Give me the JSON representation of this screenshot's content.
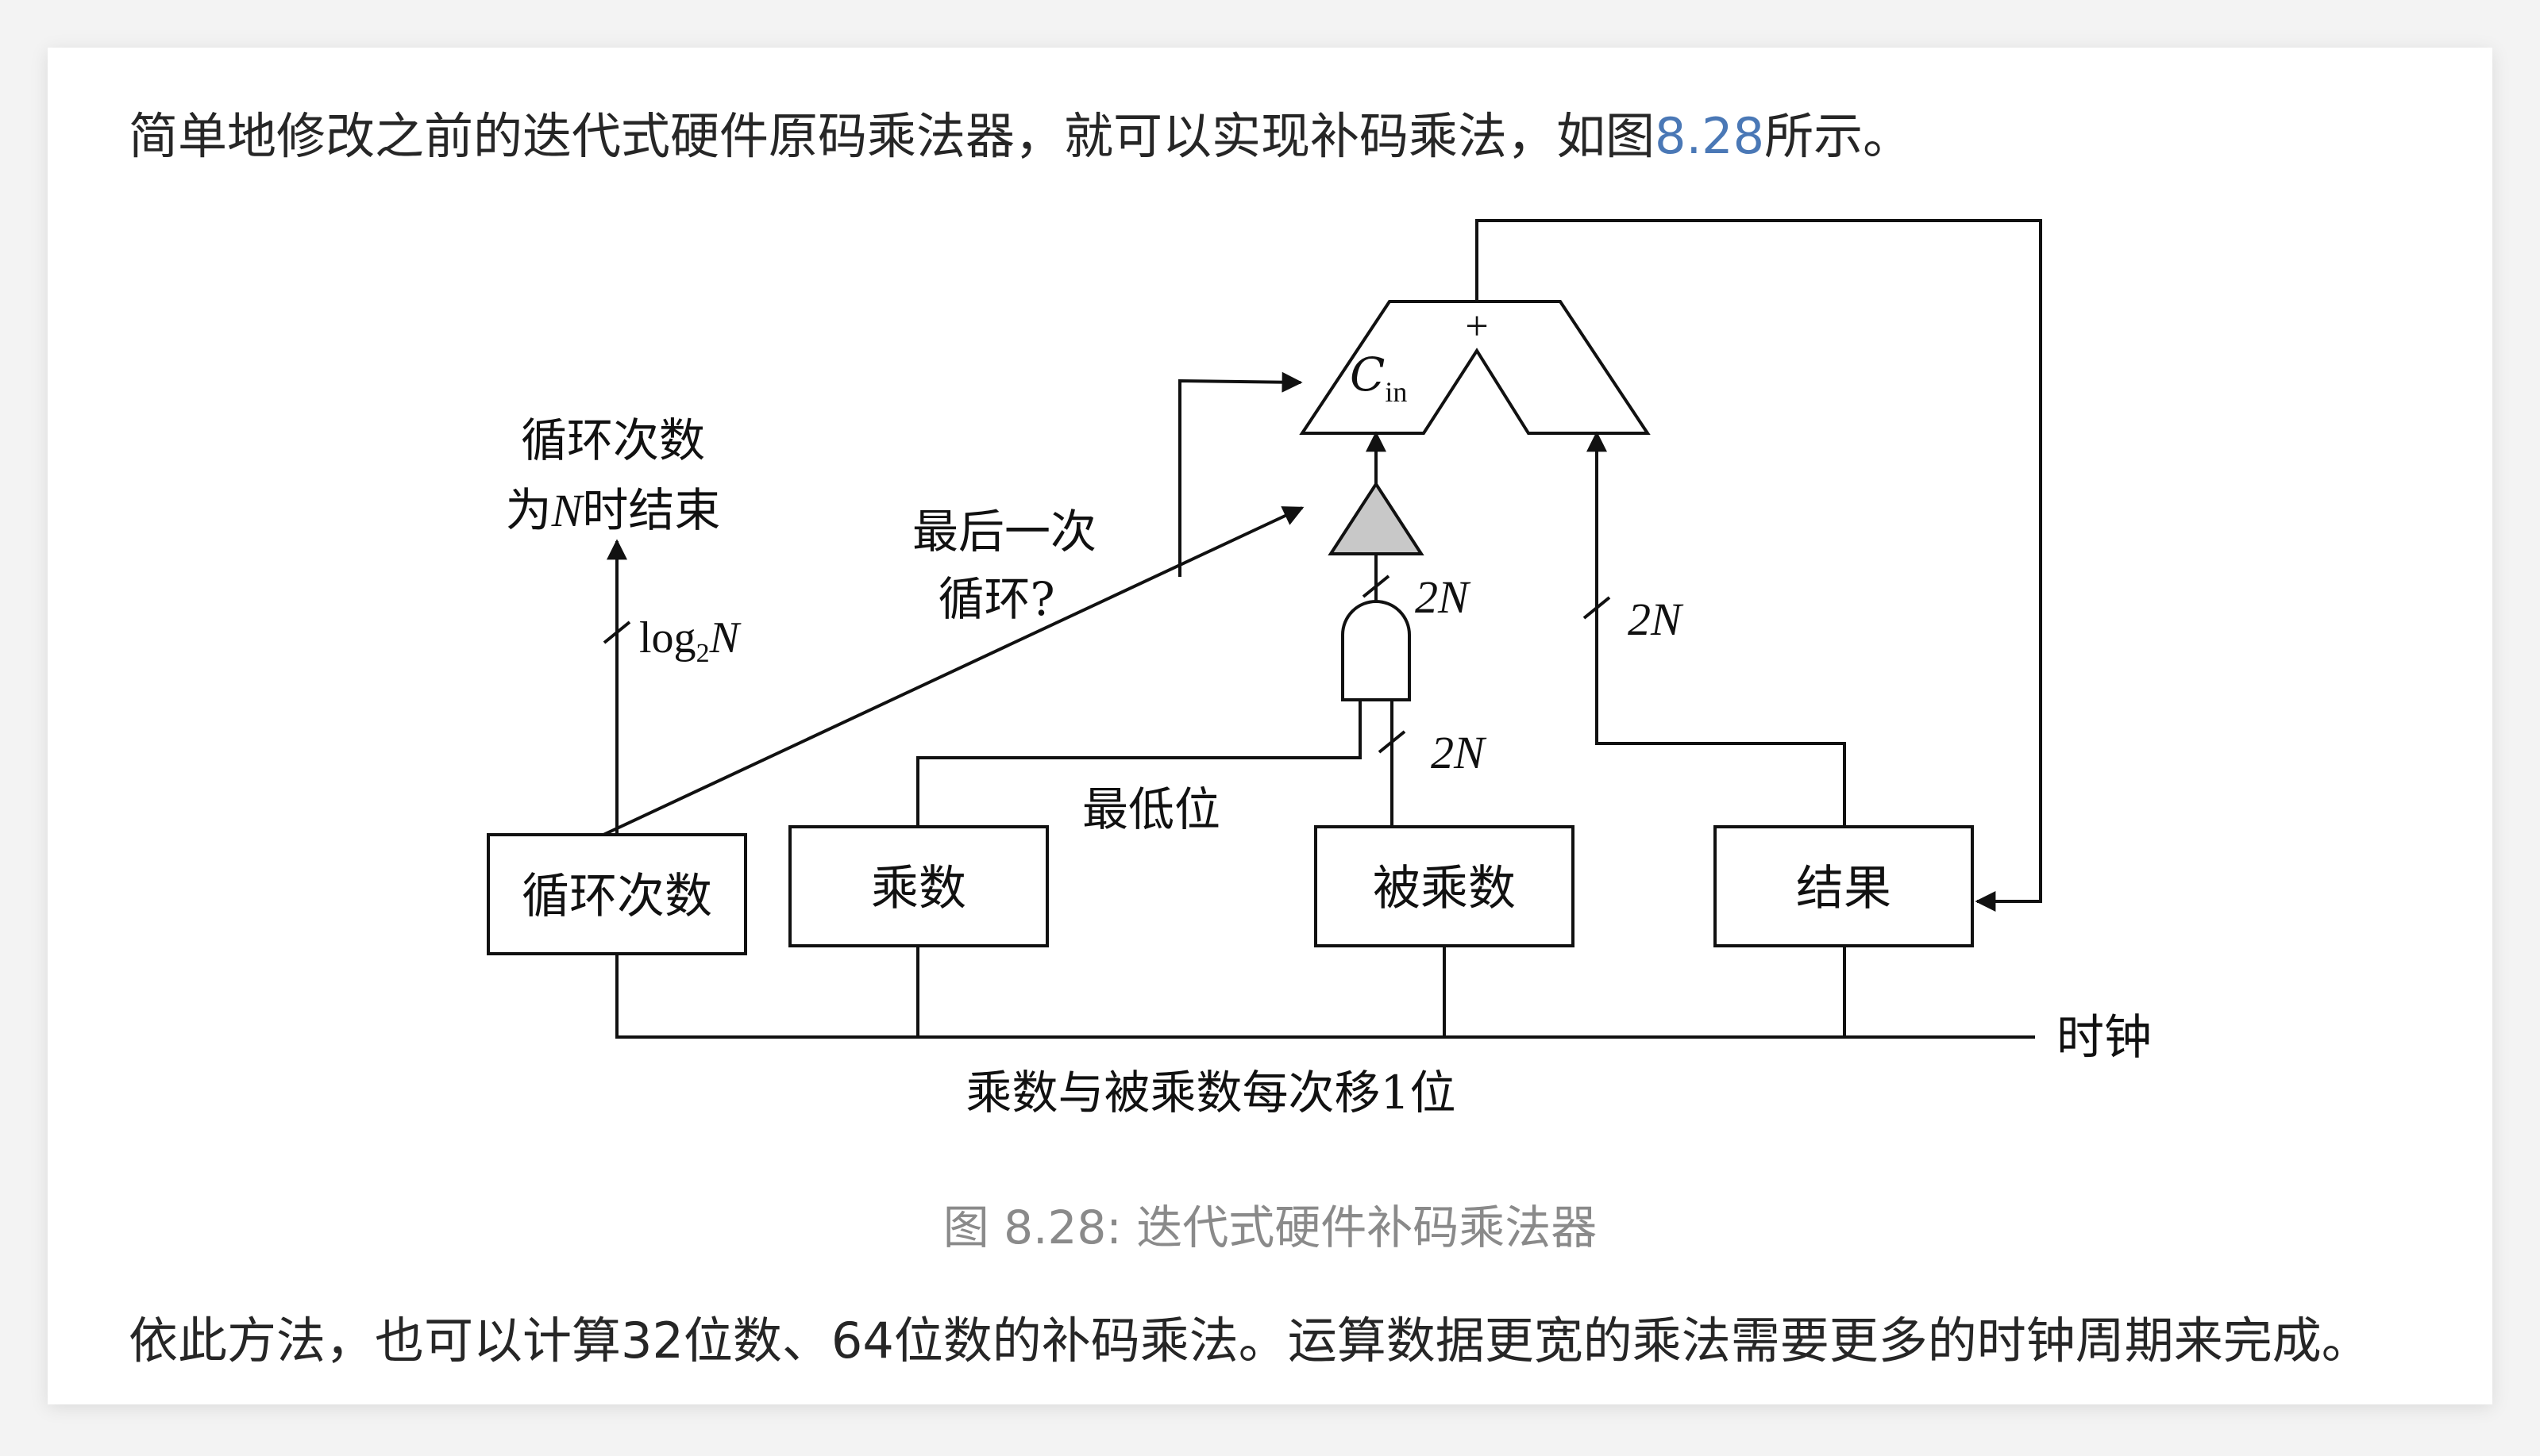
{
  "paragraph1": {
    "before": "简单地修改之前的迭代式硬件原码乘法器，就可以实现补码乘法，如图",
    "link": "8.28",
    "after": "所示。"
  },
  "diagram": {
    "adder_carry_in": "C",
    "adder_carry_in_sub": "in",
    "adder_plus": "+",
    "loop_end_line1": "循环次数",
    "loop_end_line2_before": "为",
    "loop_end_line2_var": "N",
    "loop_end_line2_after": "时结束",
    "log_label_prefix": "log",
    "log_label_sub": "2",
    "log_label_var": "N",
    "last_loop_line1": "最后一次",
    "last_loop_line2": "循环?",
    "width_2n": "2N",
    "lsb_label": "最低位",
    "box_counter": "循环次数",
    "box_multiplier": "乘数",
    "box_multiplicand": "被乘数",
    "box_result": "结果",
    "clock_label": "时钟",
    "shift_label": "乘数与被乘数每次移1位"
  },
  "caption": "图 8.28: 迭代式硬件补码乘法器",
  "paragraph2": "依此方法，也可以计算32位数、64位数的补码乘法。运算数据更宽的乘法需要更多的时钟周期来完成。",
  "colors": {
    "link": "#4a78b6",
    "caption": "#8a8a8a",
    "text": "#262626",
    "line": "#111111",
    "tristate_fill": "#c8c8c8"
  }
}
